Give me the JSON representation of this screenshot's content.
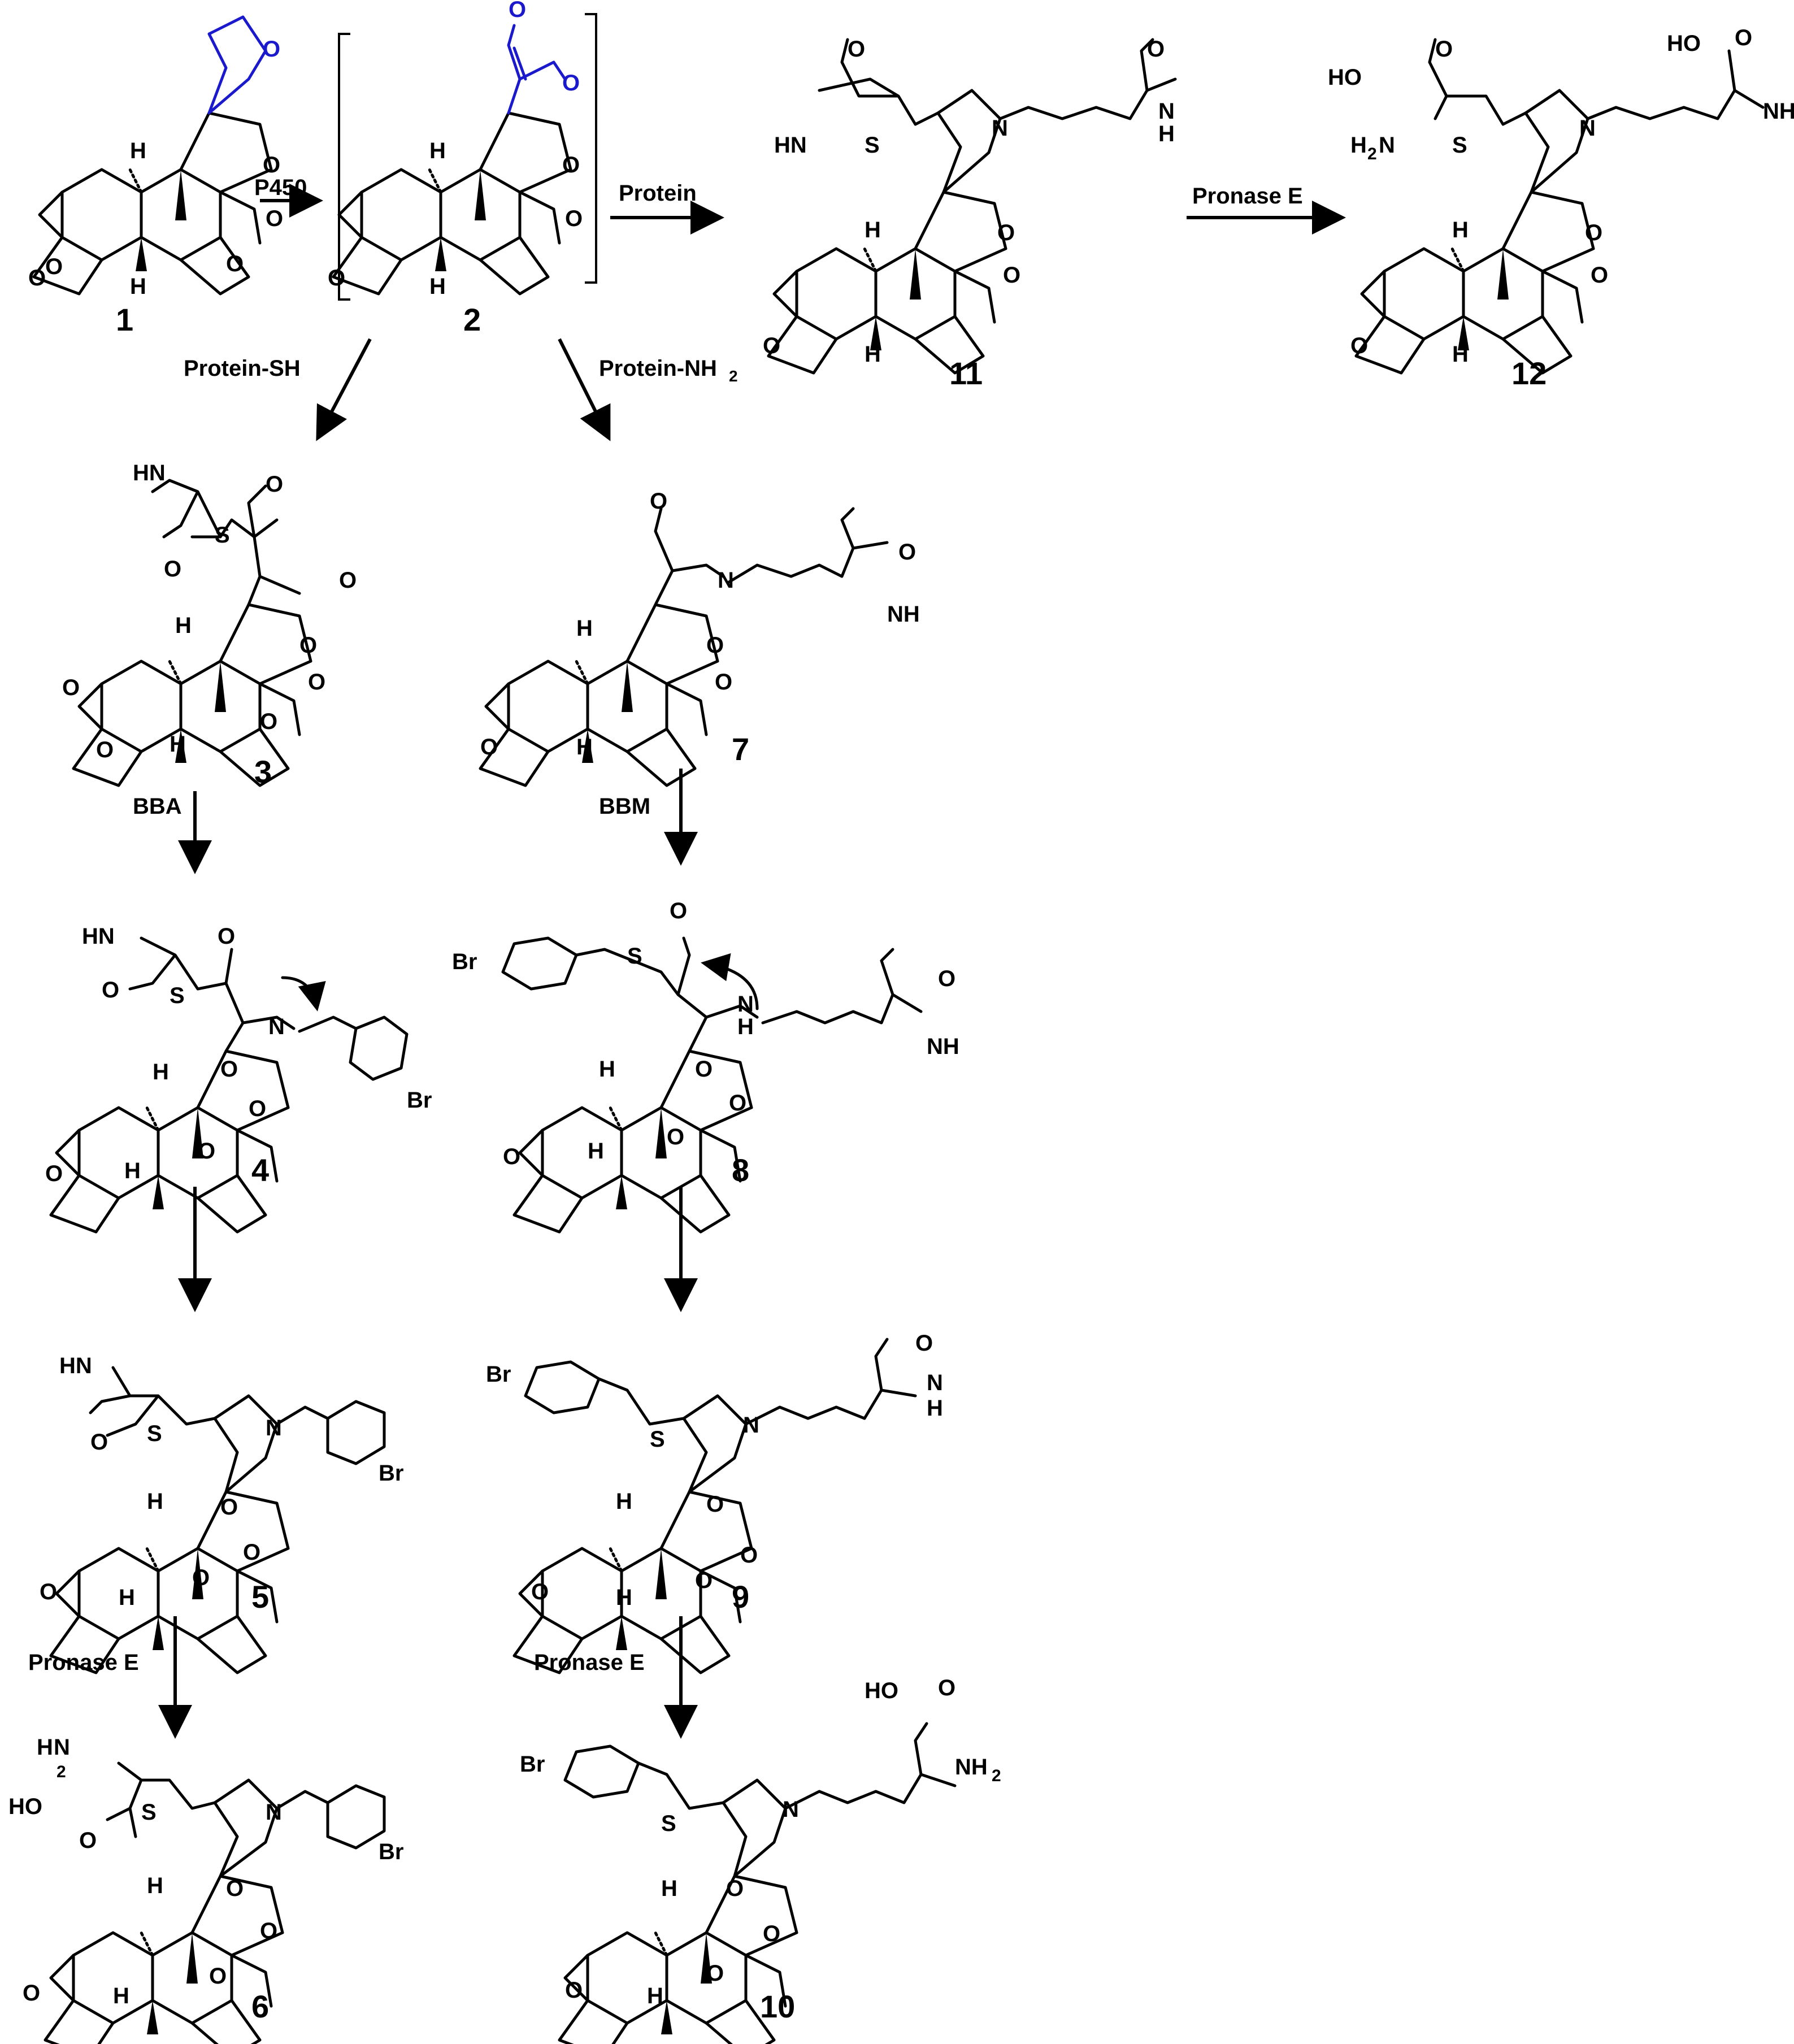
{
  "compounds": [
    {
      "id": "c1",
      "label": "1"
    },
    {
      "id": "c2",
      "label": "2"
    },
    {
      "id": "c3",
      "label": "3"
    },
    {
      "id": "c4",
      "label": "4"
    },
    {
      "id": "c5",
      "label": "5"
    },
    {
      "id": "c6",
      "label": "6"
    },
    {
      "id": "c7",
      "label": "7"
    },
    {
      "id": "c8",
      "label": "8"
    },
    {
      "id": "c9",
      "label": "9"
    },
    {
      "id": "c10",
      "label": "10"
    },
    {
      "id": "c11",
      "label": "11"
    },
    {
      "id": "c12",
      "label": "12"
    }
  ],
  "reagents": {
    "p450": "P450",
    "protein": "Protein",
    "pronase_top": "Pronase E",
    "protein_sh": "Protein-SH",
    "protein_nh2": "Protein-NH",
    "nh2_sub": "2",
    "bba": "BBA",
    "bbm": "BBM",
    "pronase_left": "Pronase E",
    "pronase_right": "Pronase E"
  },
  "atoms": {
    "O": "O",
    "H": "H",
    "S": "S",
    "N": "N",
    "HN": "HN",
    "NH": "NH",
    "Br": "Br",
    "HO": "HO",
    "NH2": "NH",
    "H2N": "H",
    "H2N_N": "N",
    "sub2": "2"
  },
  "colors": {
    "bonds": "#000000",
    "furan_highlight": "#1a1acc",
    "background": "#ffffff"
  }
}
